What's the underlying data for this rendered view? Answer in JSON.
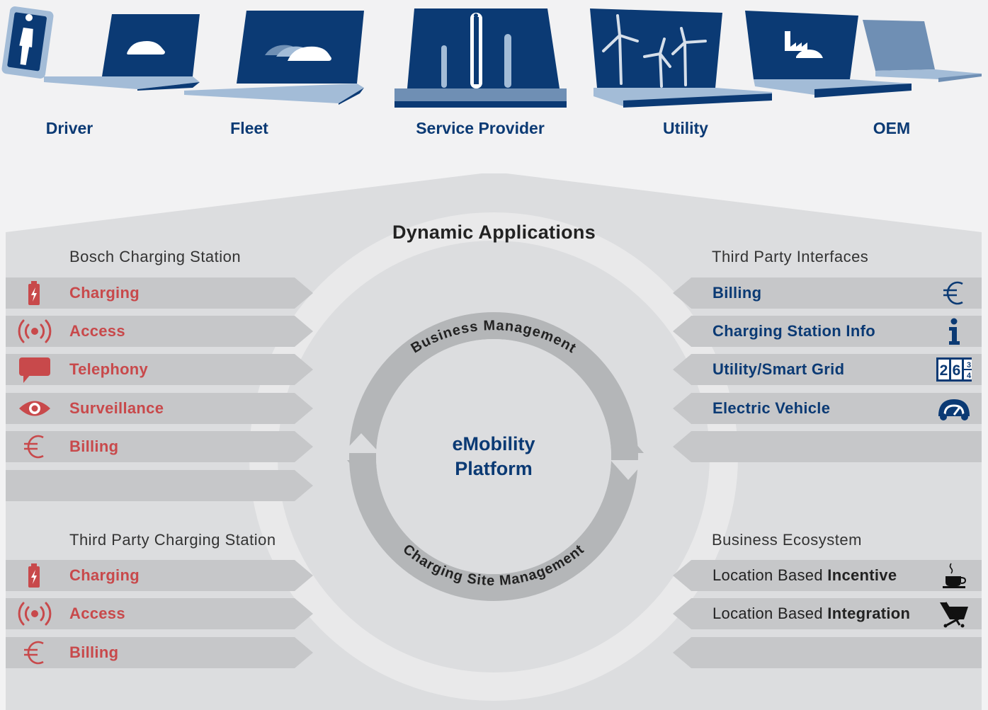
{
  "stakeholders": {
    "driver": "Driver",
    "fleet": "Fleet",
    "service_provider": "Service Provider",
    "utility": "Utility",
    "oem": "OEM"
  },
  "title": "Dynamic Applications",
  "center_label": "eMobility Platform",
  "ring_top": "Business Management",
  "ring_bottom": "Charging Site Management",
  "sections": {
    "bosch_station": "Bosch Charging Station",
    "third_party_interfaces": "Third Party Interfaces",
    "third_party_station": "Third Party Charging Station",
    "business_ecosystem": "Business Ecosystem"
  },
  "bosch_items": [
    {
      "label": "Charging",
      "icon": "battery-icon"
    },
    {
      "label": "Access",
      "icon": "rfid-icon"
    },
    {
      "label": "Telephony",
      "icon": "speech-bubble-icon"
    },
    {
      "label": "Surveillance",
      "icon": "eye-icon"
    },
    {
      "label": "Billing",
      "icon": "euro-icon"
    }
  ],
  "third_party_station_items": [
    {
      "label": "Charging",
      "icon": "battery-icon"
    },
    {
      "label": "Access",
      "icon": "rfid-icon"
    },
    {
      "label": "Billing",
      "icon": "euro-icon"
    }
  ],
  "interface_items": [
    {
      "label": "Billing",
      "icon": "euro-icon"
    },
    {
      "label": "Charging Station Info",
      "icon": "info-icon"
    },
    {
      "label": "Utility/Smart Grid",
      "icon": "meter-counter-icon"
    },
    {
      "label": "Electric Vehicle",
      "icon": "speedometer-car-icon"
    }
  ],
  "ecosystem_items": [
    {
      "prefix": "Location Based",
      "bold": "Incentive",
      "icon": "coffee-cup-icon"
    },
    {
      "prefix": "Location Based",
      "bold": "Integration",
      "icon": "shopping-cart-icon"
    }
  ],
  "meter_digits": {
    "a": "2",
    "b": "6",
    "top": "3",
    "bottom": "4"
  },
  "colors": {
    "navy": "#0b3a74",
    "red": "#c8494b",
    "band_gray": "#c6c7c9",
    "house_gray": "#dcdddf",
    "ring_gray": "#b4b6b8"
  }
}
